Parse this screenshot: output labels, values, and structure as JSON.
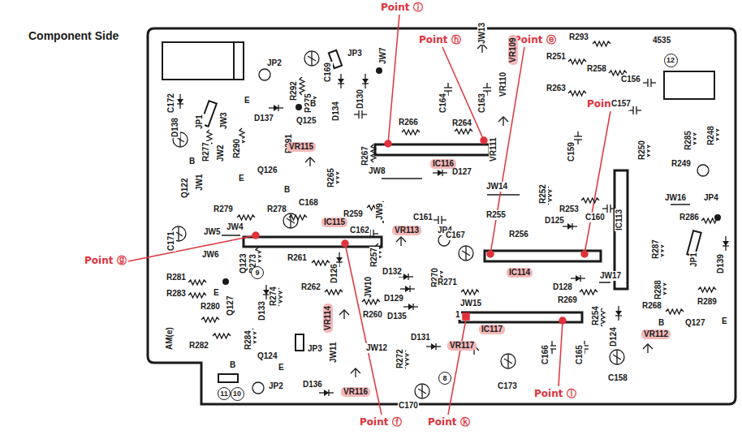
{
  "diagram": {
    "title": "Component Side",
    "nodes": [
      {
        "text": [
          "12"
        ]
      },
      {
        "text": [
          "9"
        ]
      },
      {
        "text": [
          "8"
        ]
      },
      {
        "text": [
          "11"
        ]
      },
      {
        "text": [
          "10"
        ]
      }
    ],
    "labels": [
      "Point ⓘ",
      "Point ⓗ",
      "Point ⓔ",
      "Point ⓓ",
      "Point ⓖ",
      "Point ⓕ",
      "Point ⓚ",
      "Point ⓛ",
      "4535",
      "R293",
      "R251",
      "R258",
      "C156",
      "R263",
      "C157",
      "R285",
      "R248",
      "C159",
      "R250",
      "R249",
      "JW16",
      "JP4",
      "R286",
      "R287",
      "D139",
      "R288",
      "R289",
      "R268",
      "B",
      "Q127",
      "E",
      "VR112",
      "C158",
      "C165",
      "C166",
      "C173",
      "D124",
      "R254",
      "JW17",
      "D128",
      "R269",
      "IC113",
      "C160",
      "R253",
      "R252",
      "JW14",
      "D125",
      "R256",
      "R255",
      "C161",
      "JP4",
      "C167",
      "VR113",
      "R270",
      "D127",
      "IC116",
      "JW8",
      "R267",
      "R266",
      "R264",
      "C164",
      "C163",
      "JW13",
      "VR111",
      "VR110",
      "VR109",
      "JP2",
      "C169",
      "JP3",
      "JW7",
      "R292",
      "R275",
      "D134",
      "D130",
      "D138",
      "JP1",
      "JW3",
      "D137",
      "E",
      "B",
      "Q125",
      "C172",
      "R277",
      "JW2",
      "R290",
      "R291",
      "VR115",
      "Q126",
      "E",
      "B",
      "R265",
      "Q122",
      "JW1",
      "B",
      "C168",
      "R259",
      "JW9",
      "R279",
      "R278",
      "JW4",
      "C171",
      "JW5",
      "IC115",
      "C162",
      "R257",
      "JW6",
      "Q123",
      "R273",
      "R261",
      "D126",
      "R274",
      "R262",
      "D132",
      "D129",
      "JW10",
      "R281",
      "R283",
      "E",
      "R280",
      "Q127",
      "D133",
      "R271",
      "JW15",
      "D135",
      "VR114",
      "R260",
      "AM(e)",
      "R282",
      "R284",
      "Q124",
      "JW11",
      "JP3",
      "JW12",
      "R272",
      "D131",
      "VR117",
      "1",
      "IC117",
      "B",
      "E",
      "JP2",
      "D136",
      "VR116",
      "C170",
      "IC114",
      "JP1"
    ]
  }
}
